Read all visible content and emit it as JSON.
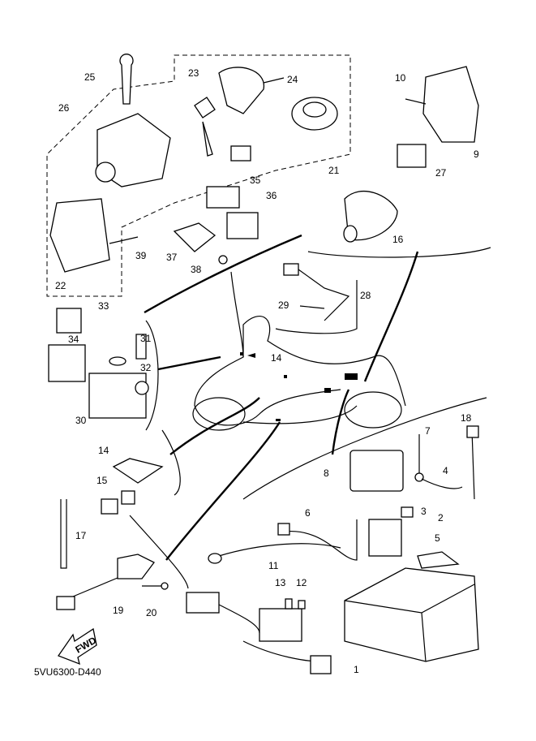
{
  "diagram": {
    "part_labels": [
      "25",
      "23",
      "24",
      "10",
      "26",
      "9",
      "21",
      "27",
      "35",
      "36",
      "16",
      "37",
      "39",
      "38",
      "22",
      "28",
      "33",
      "29",
      "31",
      "34",
      "14",
      "32",
      "30",
      "7",
      "18",
      "14",
      "8",
      "4",
      "15",
      "3",
      "2",
      "6",
      "17",
      "5",
      "11",
      "13",
      "12",
      "19",
      "20",
      "1"
    ],
    "fwd_arrow_text": "FWD",
    "diagram_code": "5VU6300-D440",
    "colors": {
      "line": "#000000",
      "background": "#ffffff"
    }
  }
}
